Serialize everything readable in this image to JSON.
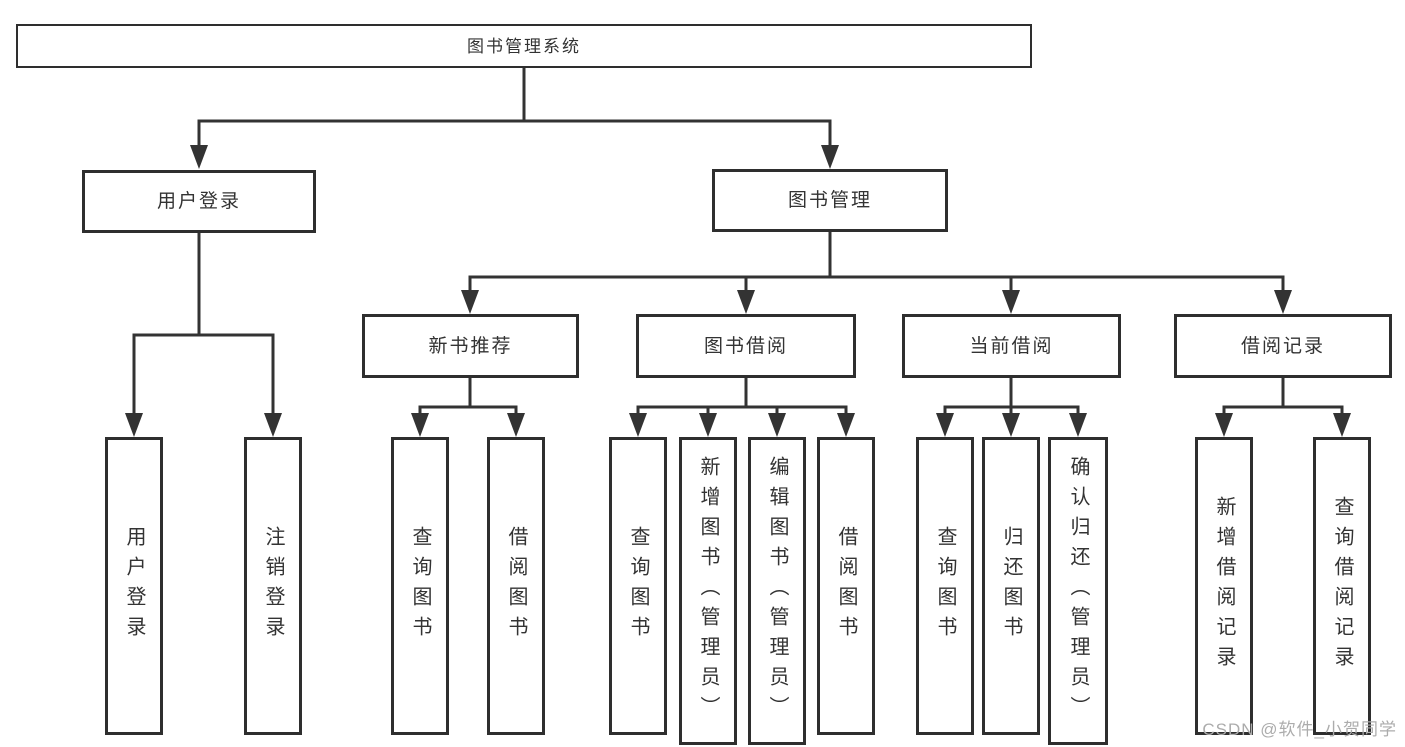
{
  "diagram": {
    "root": {
      "label": "图书管理系统"
    },
    "level2": [
      {
        "id": "user-login",
        "label": "用户登录"
      },
      {
        "id": "book-management",
        "label": "图书管理"
      }
    ],
    "level3": [
      {
        "id": "new-book-recommend",
        "label": "新书推荐"
      },
      {
        "id": "book-borrowing",
        "label": "图书借阅"
      },
      {
        "id": "current-borrowing",
        "label": "当前借阅"
      },
      {
        "id": "borrowing-records",
        "label": "借阅记录"
      }
    ],
    "leaves": [
      {
        "id": "user-login-leaf",
        "label": "用户登录"
      },
      {
        "id": "logout",
        "label": "注销登录"
      },
      {
        "id": "query-books-recommend",
        "label": "查询图书"
      },
      {
        "id": "borrow-books-recommend",
        "label": "借阅图书"
      },
      {
        "id": "query-books-borrowing",
        "label": "查询图书"
      },
      {
        "id": "add-books-admin",
        "label": "新增图书（管理员）"
      },
      {
        "id": "edit-books-admin",
        "label": "编辑图书（管理员）"
      },
      {
        "id": "borrow-books-borrowing",
        "label": "借阅图书"
      },
      {
        "id": "query-books-current",
        "label": "查询图书"
      },
      {
        "id": "return-books",
        "label": "归还图书"
      },
      {
        "id": "confirm-return-admin",
        "label": "确认归还（管理员）"
      },
      {
        "id": "add-borrow-record",
        "label": "新增借阅记录"
      },
      {
        "id": "query-borrow-record",
        "label": "查询借阅记录"
      }
    ],
    "watermark": "CSDN @软件_小贺同学",
    "colors": {
      "line": "#333333",
      "box_border": "#2e2e2e",
      "box_background": "#ffffff",
      "watermark_text": "#acacac"
    }
  }
}
